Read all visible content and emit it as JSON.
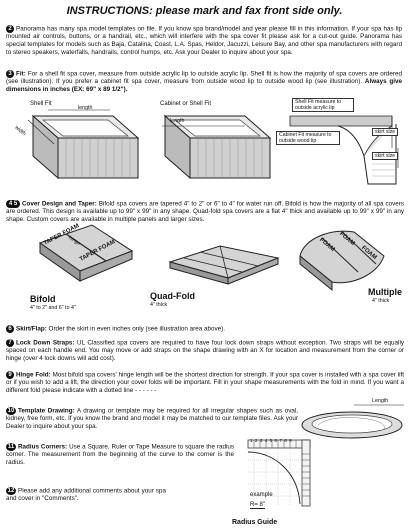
{
  "title": "INSTRUCTIONS: please mark and fax front side only.",
  "sections": {
    "s2": {
      "num": "2",
      "text": "Panorama has many spa model templates on file. If you know spa brand/model and year please fill in this information. If your spa has lip mounted air controls, buttons, or a handrail, etc., which will interfere with the spa cover fit please ask for a cut-out guide. Panorama has special templates for models such as Baja, Catalina, Coast, L.A. Spas, Heldor, Jacuzzi, Leisure Bay, and other spa manufacturers with regard to stereo speakers, waterfalls, handrails, control humps, etc. Ask your Dealer to inquire about your spa."
    },
    "s3": {
      "num": "3",
      "label": "Fit:",
      "text": "For a shell fit spa cover, measure from outside acrylic lip to outside acrylic lip. Shell fit is how the majority of spa covers are ordered (see illustration). If you prefer a cabinet fit spa cover, measure from outside wood lip to outside wood lip (see illustration).",
      "emph": "Always give dimensions in inches (EX: 69\" x 89 1/2\")."
    },
    "s45": {
      "num": "4 5",
      "label": "Cover Design and Taper:",
      "text": "Bifold spa covers are tapered 4\" to 2\" or 6\" to 4\" for water run off. Bifold is how the majority of all spa covers are ordered. This design is available up to 99\" x 99\" in any shape. Quad-fold spa covers are a flat 4\" thick and available up to 99\" x 99\" in any shape. Custom covers are available in multiple panels and larger sizes."
    },
    "s6": {
      "num": "6",
      "label": "Skirt/Flap:",
      "text": "Order the skirt in even inches only (see illustration area above)."
    },
    "s7": {
      "num": "7",
      "label": "Lock Down Straps:",
      "text": "UL Classified spa covers are required to have four lock down straps without exception. Two straps will be equally spaced on each handle end. You may move or add straps on the shape drawing with an X for location and measurement from the corner or hinge (over 4 lock downs will add cost)."
    },
    "s9": {
      "num": "9",
      "label": "Hinge Fold:",
      "text": "Most bifold spa covers' hinge length will be the shortest direction for strength. If your spa cover is installed with a spa cover lift or if you wish to add a lift, the direction your cover folds will be important. Fill in your shape measurements with the fold in mind. If you want a different fold please indicate with a dotted line - - - - - -"
    },
    "s10": {
      "num": "10",
      "label": "Template Drawing:",
      "text": "A drawing or template may be required for all irregular shapes such as oval, kidney, free form, etc. If you know the brand and model it may be matched to our template files. Ask your Dealer to inquire about your spa."
    },
    "s11": {
      "num": "11",
      "label": "Radius Corners:",
      "text": "Use a Square, Ruler or Tape Measure to square the radius corner. The measurement from the beginning of the curve to the corner is the radius."
    },
    "s12": {
      "num": "12",
      "text": "Please add any additional comments about your spa and cover in \"Comments\"."
    }
  },
  "fit_illustration": {
    "shell_fit": "Shell Fit",
    "cabinet_fit": "Cabinet or Shell Fit",
    "length": "length",
    "width": "width",
    "shell_callout": "Shell Fit measure to outside acrylic lip",
    "cabinet_callout": "Cabinet Fit measure to outside wood lip",
    "skirt_size": "skirt size"
  },
  "covers": {
    "taper_foam": "TAPER FOAM",
    "hinge": "hinge",
    "foam": "FOAM",
    "bifold": "Bifold",
    "bifold_sub": "4\" to 2\" and 6\" to 4\"",
    "quadfold": "Quad-Fold",
    "quadfold_sub": "4\" thick",
    "multiple": "Multiple",
    "multiple_sub": "4\" thick"
  },
  "template_label": "Length",
  "radius": {
    "example": "example",
    "r_value": "R=   8\"",
    "guide": "Radius Guide",
    "ticks": [
      "1",
      "2",
      "3",
      "4",
      "5",
      "6",
      "7",
      "8",
      "9"
    ]
  }
}
